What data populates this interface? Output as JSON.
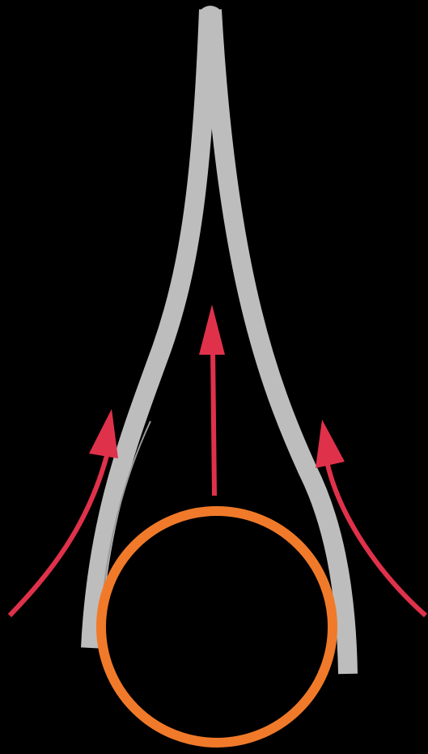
{
  "colors": {
    "background": "#000000",
    "sheath": "#bdbdbd",
    "sheath_edge": "#9a9a9a",
    "circle": "#f07a2a",
    "arrow": "#e0314b"
  },
  "elements": {
    "sheath": {
      "icon": "tapered-sheath-shape"
    },
    "circle": {
      "icon": "circle-outline"
    },
    "arrows": [
      {
        "icon": "arrow-curved-left"
      },
      {
        "icon": "arrow-up-center"
      },
      {
        "icon": "arrow-curved-right"
      }
    ]
  }
}
